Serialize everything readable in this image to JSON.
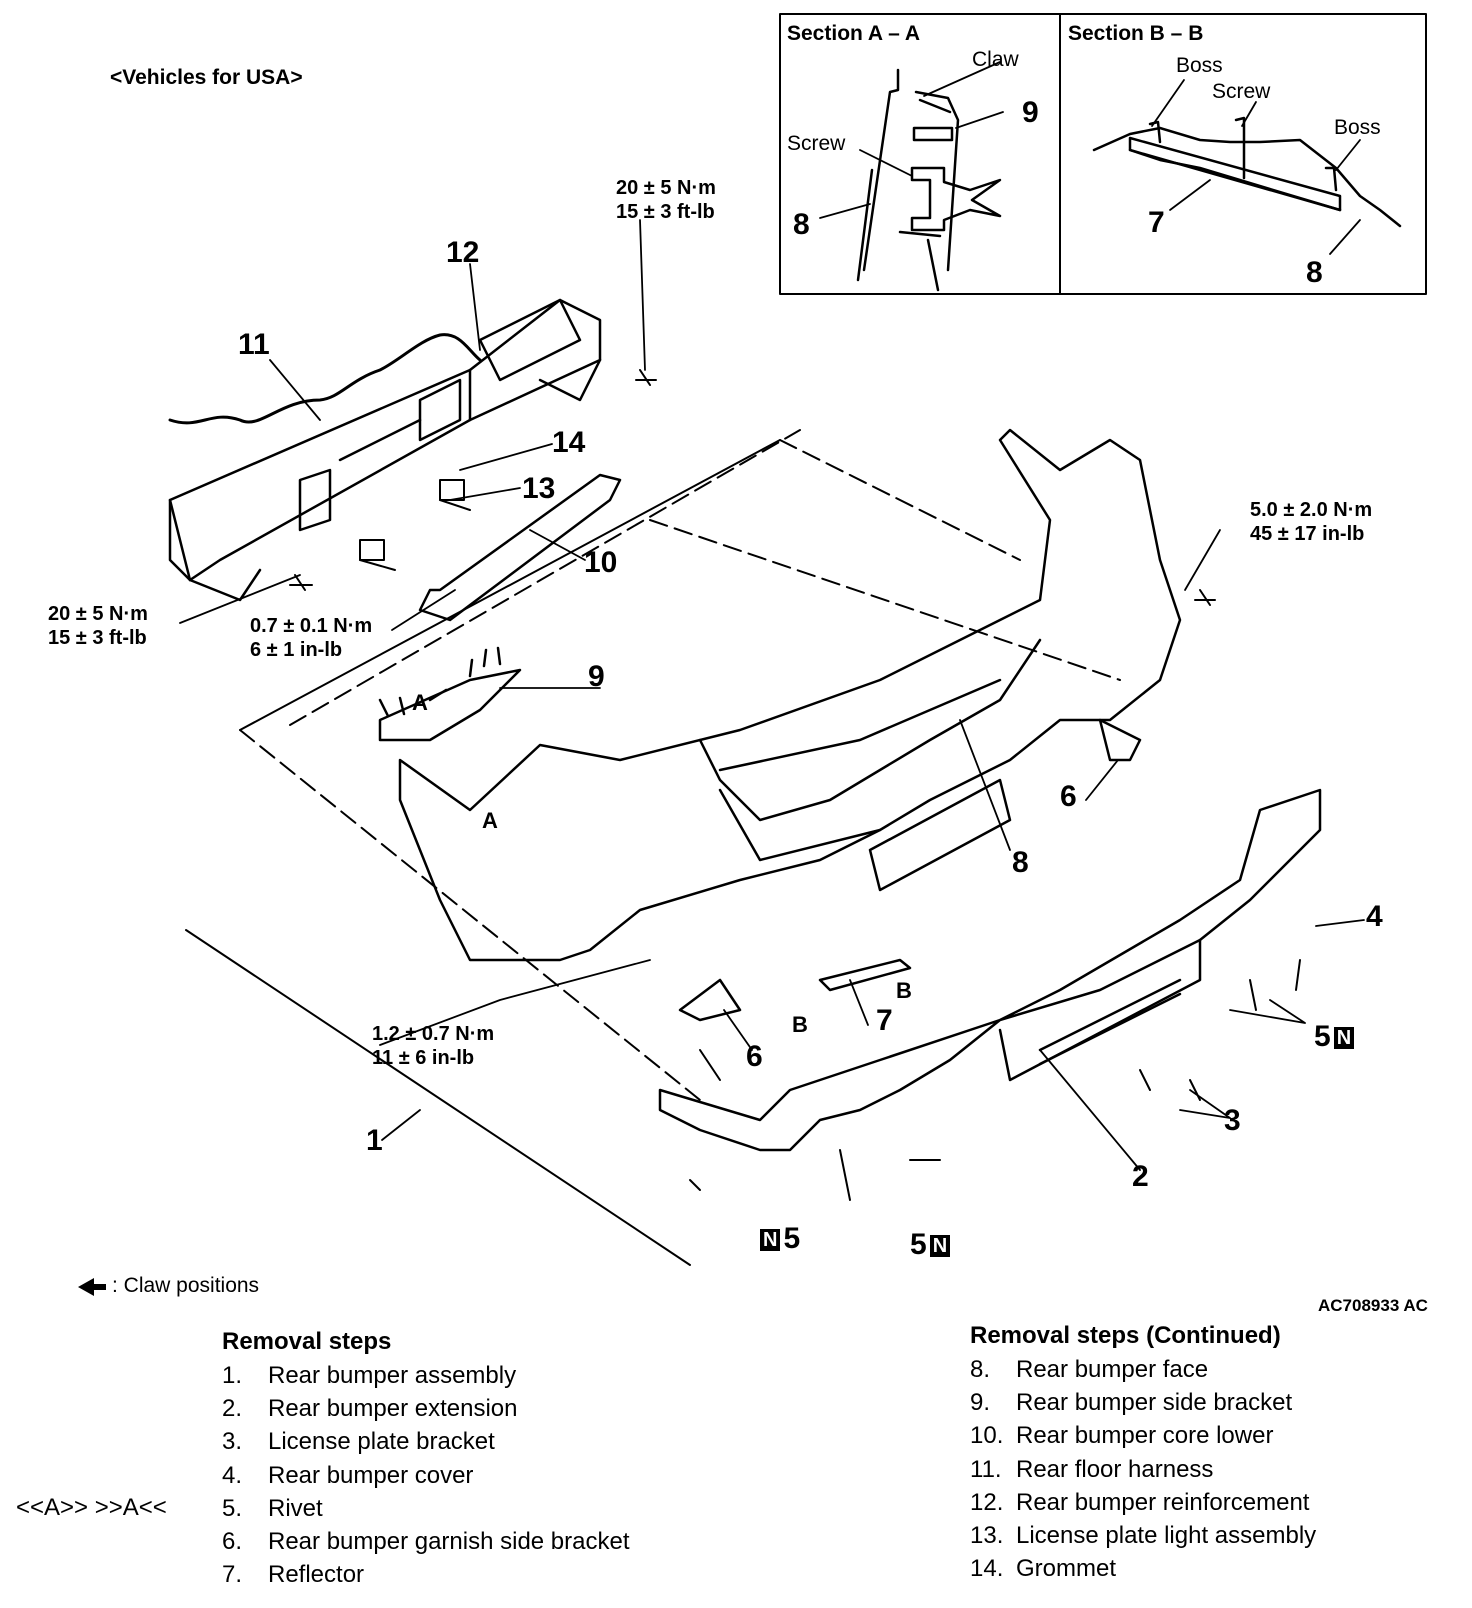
{
  "header": {
    "vehicle_label": "<Vehicles for USA>",
    "figure_code": "AC708933 AC",
    "legend_text": ": Claw positions"
  },
  "section_a": {
    "title": "Section A – A",
    "claw": "Claw",
    "screw": "Screw",
    "n9": "9",
    "n8": "8"
  },
  "section_b": {
    "title": "Section B – B",
    "boss_left": "Boss",
    "screw": "Screw",
    "boss_right": "Boss",
    "n7": "7",
    "n8": "8"
  },
  "torques": {
    "t_top": [
      "20 ± 5 N·m",
      "15 ± 3 ft-lb"
    ],
    "t_left": [
      "20 ± 5 N·m",
      "15 ± 3 ft-lb"
    ],
    "t_mid": [
      "0.7 ± 0.1 N·m",
      "6 ± 1 in-lb"
    ],
    "t_right": [
      "5.0 ± 2.0 N·m",
      "45 ± 17 in-lb"
    ],
    "t_low": [
      "1.2 ± 0.7 N·m",
      "11 ± 6 in-lb"
    ]
  },
  "callouts": {
    "c1": "1",
    "c2": "2",
    "c3": "3",
    "c4": "4",
    "c5a": "5",
    "c5b": "5",
    "c5c": "5",
    "c6a": "6",
    "c6b": "6",
    "c7": "7",
    "c8": "8",
    "c9": "9",
    "c10": "10",
    "c11": "11",
    "c12": "12",
    "c13": "13",
    "c14": "14",
    "a1": "A",
    "a2": "A",
    "b1": "B",
    "b2": "B",
    "n_mark": "N"
  },
  "removal_left": {
    "title": "Removal steps",
    "marker": "<<A>>   >>A<<",
    "steps": [
      {
        "num": "1.",
        "label": "Rear bumper assembly"
      },
      {
        "num": "2.",
        "label": "Rear bumper extension"
      },
      {
        "num": "3.",
        "label": "License plate bracket"
      },
      {
        "num": "4.",
        "label": "Rear bumper cover"
      },
      {
        "num": "5.",
        "label": "Rivet"
      },
      {
        "num": "6.",
        "label": "Rear bumper garnish side bracket"
      },
      {
        "num": "7.",
        "label": "Reflector"
      }
    ]
  },
  "removal_right": {
    "title": "Removal steps (Continued)",
    "steps": [
      {
        "num": "8.",
        "label": "Rear bumper face"
      },
      {
        "num": "9.",
        "label": "Rear bumper side bracket"
      },
      {
        "num": "10.",
        "label": "Rear bumper core lower"
      },
      {
        "num": "11.",
        "label": "Rear floor harness"
      },
      {
        "num": "12.",
        "label": "Rear bumper reinforcement"
      },
      {
        "num": "13.",
        "label": "License plate light assembly"
      },
      {
        "num": "14.",
        "label": "Grommet"
      }
    ]
  }
}
